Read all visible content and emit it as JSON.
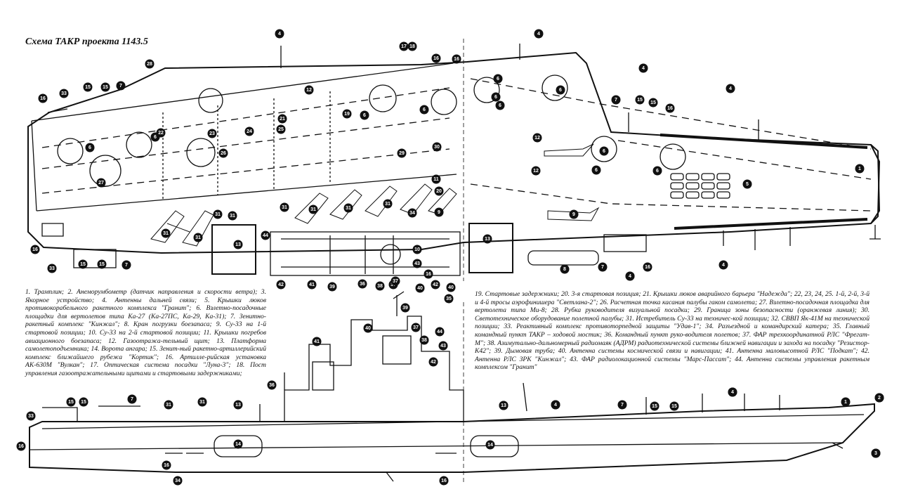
{
  "title": "Схема ТАКР проекта 1143.5",
  "legend_left": [
    "1. Трамплин; 2. Анеморумбометр (датчик направления и скорости ветра); 3. Якорное устройство; 4. Антенны дальней связи; 5. Крышки люков противокорабельного ракетного комплекса \"Гранит\"; 6. Взлетно-посадочные площадки для вертолетов типа Ка-27 (Ка-27ПС, Ка-29, Ка-31); 7. Зенитно-ракетный комплекс \"Кинжал\"; 8. Кран погрузки боезапаса; 9. Су-33 на 1-й стартовой позиции; 10. Су-33 на 2-й стартовой позиции; 11. Крышки погребов авиационного боезапаса; 12. Газоотража-тельный щит; 13. Платформа самолетоподъемника; 14. Ворота ангара; 15. Зенит-ный ракетно-артиллерийский комплекс ближайшего рубежа \"Кортик\"; 16. Артилле-рийская установка АК-630М \"Вулкан\"; 17. Оптическая система посадки \"Луна-3\"; 18. Пост управления газоотражательными щитами и стартовыми задержниками;"
  ],
  "legend_right": [
    "19. Стартовые задержники; 20. 3-я стартовая позиция; 21. Крышки люков аварийного барьера \"Надежда\"; 22, 23, 24, 25. 1-й, 2-й, 3-й и 4-й тросы аэрофинишера \"Светлана-2\"; 26. Расчетная точка касания палубы гаком самолета; 27. Взлетно-посадочная площадка для вертолета типа Ми-8; 28. Рубка руководителя визуальной посадки; 29. Граница зоны безопасности (оранжевая линия); 30. Светотехническое оборудование полетной палубы; 31. Истребитель Су-33 на техничес-кой позиции; 32. СВВП Як-41М на технической позиции; 33. Реактивный комплекс противоторпедной защиты \"Удав-1\"; 34. Разъездной и командирский катера; 35. Главный командный пункт ТАКР – ходовой мостик; 36. Командный пункт руко-водителя полетов; 37. ФАР трехкоординатной РЛС \"Фрегат-М\"; 38. Азимутально-дальномерный радиомаяк (АДРМ) радиотехнической системы ближней навигации и захода на посадку \"Резистор-К42\"; 39. Дымовая труба; 40. Антенна системы космической связи и навигации; 41. Антенна маловысотной РЛС \"Подкат\"; 42. Антенна РЛС ЗРК \"Кинжал\"; 43. ФАР радиолокационной системы \"Марс-Пассат\"; 44. Антенна системы управления ракетным комплексом \"Гранит\""
  ],
  "callouts": {
    "plan_left": [
      "4",
      "17",
      "18",
      "16",
      "16",
      "28",
      "16",
      "33",
      "15",
      "15",
      "7",
      "12",
      "6",
      "6",
      "6",
      "19",
      "6",
      "22",
      "23",
      "24",
      "25",
      "21",
      "6",
      "26",
      "27",
      "29",
      "30",
      "31",
      "31",
      "31",
      "31",
      "31",
      "31",
      "31",
      "31",
      "13",
      "44",
      "16",
      "33",
      "15",
      "15",
      "7",
      "42",
      "41",
      "39",
      "40",
      "38",
      "37",
      "37",
      "36",
      "35",
      "40",
      "42",
      "43",
      "10",
      "9",
      "34",
      "20",
      "11",
      "16"
    ],
    "plan_right": [
      "4",
      "4",
      "6",
      "6",
      "6",
      "6",
      "6",
      "6",
      "1",
      "5",
      "4",
      "7",
      "15",
      "15",
      "16",
      "4",
      "12",
      "9",
      "12",
      "13",
      "8",
      "7",
      "4",
      "16",
      "4",
      "2",
      "3"
    ],
    "profile": [
      "39",
      "37",
      "44",
      "41",
      "40",
      "38",
      "43",
      "42",
      "36",
      "34",
      "13",
      "14",
      "16",
      "16",
      "33",
      "15",
      "15",
      "7",
      "31",
      "31",
      "13",
      "14",
      "4",
      "7",
      "15",
      "15",
      "4",
      "4",
      "1",
      "2",
      "3",
      "16",
      "4",
      "13"
    ]
  },
  "sheet": {
    "tone": "#111111",
    "paper": "#ffffff"
  }
}
